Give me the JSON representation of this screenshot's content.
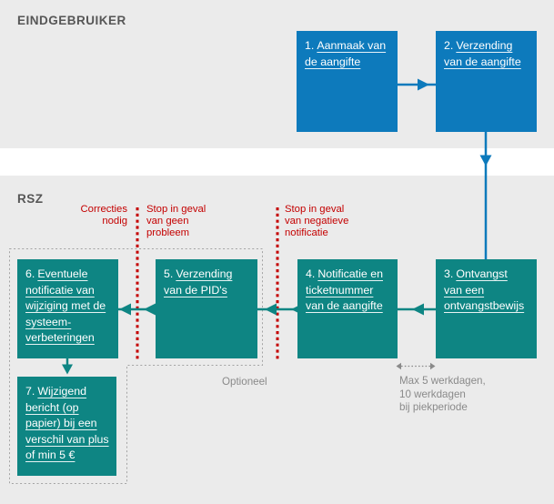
{
  "palette": {
    "blue": "#0d7abc",
    "teal": "#0e8583",
    "red": "#c40000",
    "background": "#ebebeb",
    "band": "#ffffff",
    "muted_text": "#8a8a8a",
    "section_label": "#565656",
    "dotted_border": "#a3a3a3",
    "box_text": "#ffffff"
  },
  "sections": {
    "end_user_label": "EINDGEBRUIKER",
    "rsz_label": "RSZ"
  },
  "flow": {
    "boxes": [
      {
        "number": "1.",
        "label": "Aanmaak van\nde aangifte",
        "color": "blue"
      },
      {
        "number": "2.",
        "label": "Verzending\nvan de aangifte",
        "color": "blue"
      },
      {
        "number": "3.",
        "label": "Ontvangst\nvan een\nontvangstbewijs",
        "color": "teal"
      },
      {
        "number": "4.",
        "label": "Notificatie en\nticketnummer\nvan de aangifte",
        "color": "teal"
      },
      {
        "number": "5.",
        "label": "Verzending\nvan de PID's",
        "color": "teal"
      },
      {
        "number": "6.",
        "label": "Eventuele\nnotificatie van\nwijziging met de\nsysteem-\nverbeteringen",
        "color": "teal"
      },
      {
        "number": "7.",
        "label": "Wijzigend\nbericht (op\npapier) bij een\nverschil van plus\nof min 5 €",
        "color": "teal"
      }
    ]
  },
  "annotations": {
    "corrections": "Correcties\nnodig",
    "stop_no_problem": "Stop in geval\nvan geen\nprobleem",
    "stop_negative": "Stop in geval\nvan negatieve\nnotificatie",
    "optional": "Optioneel",
    "max_days": "Max 5 werkdagen,\n10 werkdagen\nbij piekperiode"
  }
}
